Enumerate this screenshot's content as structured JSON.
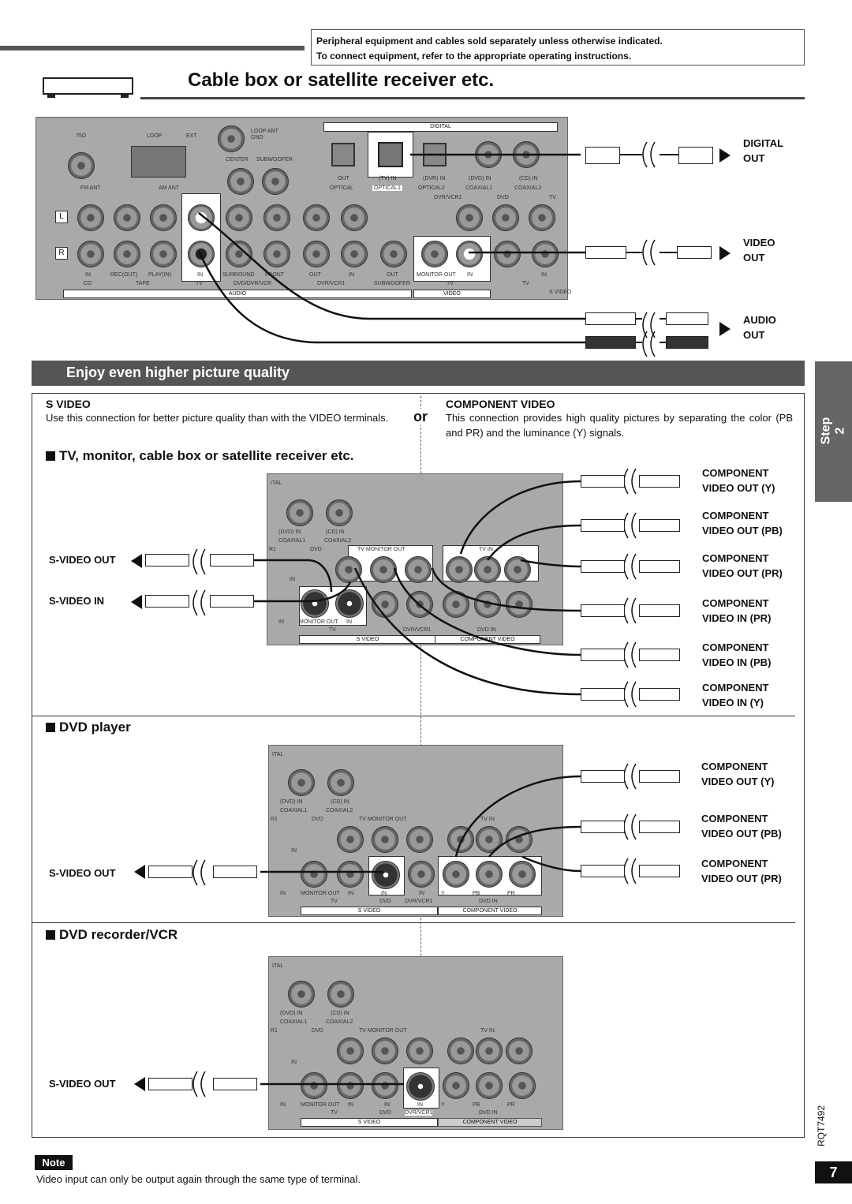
{
  "notice": {
    "line1": "Peripheral equipment and cables sold separately unless otherwise indicated.",
    "line2": "To connect equipment, refer to the appropriate operating instructions."
  },
  "page_title": "Cable box or satellite receiver etc.",
  "top_panel": {
    "labels": {
      "ohm": "75Ω",
      "loop": "LOOP",
      "ext": "EXT",
      "loop_ant": "LOOP ANT",
      "gnd": "GND",
      "center": "CENTER",
      "subwoofer": "SUBWOOFER",
      "digital": "DIGITAL",
      "out": "OUT",
      "tv_in": "(TV) IN",
      "dvr_in": "(DVR) IN",
      "dvd_in": "(DVD) IN",
      "cd_in": "(CD) IN",
      "optical": "OPTICAL",
      "optical1": "OPTICAL1",
      "optical2": "OPTICAL2",
      "coaxial1": "COAXIAL1",
      "coaxial2": "COAXIAL2",
      "fm_ant": "FM ANT",
      "am_ant": "AM ANT",
      "dvr_vcr1": "DVR/VCR1",
      "dvd": "DVD",
      "tv": "TV",
      "l": "L",
      "r": "R",
      "in": "IN",
      "rec_out": "REC(OUT)",
      "play_in": "PLAY(IN)",
      "surround": "SURROUND",
      "front": "FRONT",
      "monitor_out": "MONITOR OUT",
      "cd": "CD",
      "tape": "TAPE",
      "dvd_dvr_vcr": "DVD/DVR/VCR",
      "audio": "AUDIO",
      "video": "VIDEO",
      "s_video": "S VIDEO"
    },
    "outputs": {
      "digital": [
        "DIGITAL",
        "OUT"
      ],
      "video": [
        "VIDEO",
        "OUT"
      ],
      "audio": [
        "AUDIO",
        "OUT"
      ]
    }
  },
  "banner": "Enjoy even higher picture quality",
  "svideo": {
    "heading": "S VIDEO",
    "text": "Use this connection for better picture quality than with the VIDEO terminals."
  },
  "or_label": "or",
  "component": {
    "heading": "COMPONENT VIDEO",
    "text": "This connection provides high quality pictures by separating the color (PB and PR) and the luminance (Y) signals."
  },
  "step_tab": "Step 2",
  "section_tv": {
    "heading": "TV, monitor, cable box or satellite receiver etc.",
    "svideo_out": "S-VIDEO OUT",
    "svideo_in": "S-VIDEO IN",
    "outputs": [
      [
        "COMPONENT",
        "VIDEO OUT (Y)"
      ],
      [
        "COMPONENT",
        "VIDEO OUT (PB)"
      ],
      [
        "COMPONENT",
        "VIDEO OUT (PR)"
      ],
      [
        "COMPONENT",
        "VIDEO IN (PR)"
      ],
      [
        "COMPONENT",
        "VIDEO IN (PB)"
      ],
      [
        "COMPONENT",
        "VIDEO IN (Y)"
      ]
    ]
  },
  "section_dvd": {
    "heading": "DVD player",
    "svideo_out": "S-VIDEO OUT",
    "outputs": [
      [
        "COMPONENT",
        "VIDEO OUT (Y)"
      ],
      [
        "COMPONENT",
        "VIDEO OUT (PB)"
      ],
      [
        "COMPONENT",
        "VIDEO OUT (PR)"
      ]
    ]
  },
  "section_dvr": {
    "heading": "DVD recorder/VCR",
    "svideo_out": "S-VIDEO OUT"
  },
  "panel_labels": {
    "ital": "ITAL",
    "dvd_in": "(DVD) IN",
    "cd_in": "(CD) IN",
    "coaxial1": "COAXIAL1",
    "coaxial2": "COAXIAL2",
    "r1": "R1",
    "dvd": "DVD",
    "tv_monitor_out": "TV MONITOR OUT",
    "tv_in": "TV IN",
    "y": "Y",
    "pb": "PB",
    "pr": "PR",
    "in": "IN",
    "monitor_out": "MONITOR OUT",
    "tv": "TV",
    "dvr_vcr1": "DVR/VCR1",
    "dvd_in2": "DVD IN",
    "s_video": "S VIDEO",
    "component_video": "COMPONENT VIDEO"
  },
  "doc_code": "RQT7492",
  "page_number": "7",
  "note_label": "Note",
  "note_text": "Video input can only be output again through the same type of terminal."
}
